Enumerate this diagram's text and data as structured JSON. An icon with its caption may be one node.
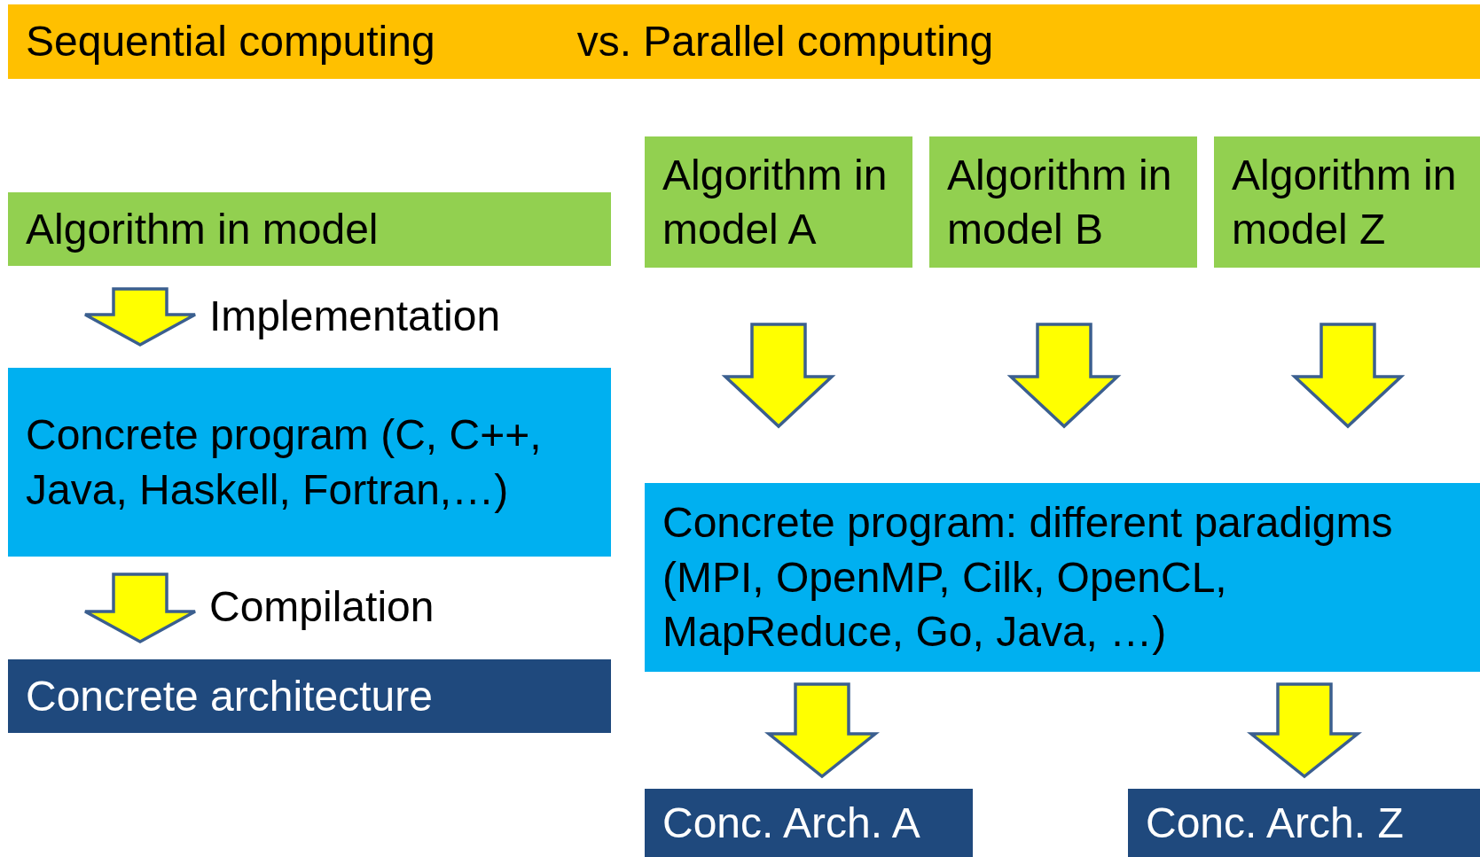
{
  "diagram": {
    "nodes": [
      {
        "text": [
          "Sequential computing",
          "vs. Parallel computing"
        ]
      },
      {
        "text": [
          "Algorithm in model"
        ]
      },
      {
        "text": [
          "Concrete program (C, C++, Java, Haskell, Fortran,…)"
        ]
      },
      {
        "text": [
          "Concrete architecture"
        ]
      },
      {
        "text": [
          "Algorithm in model A"
        ]
      },
      {
        "text": [
          "Algorithm in model B"
        ]
      },
      {
        "text": [
          "Algorithm in model Z"
        ]
      },
      {
        "text": [
          "Concrete program: different paradigms (MPI, OpenMP, Cilk, OpenCL, MapReduce, Go, Java, …)"
        ]
      },
      {
        "text": [
          "Conc. Arch. A"
        ]
      },
      {
        "text": [
          "Conc. Arch. Z"
        ]
      }
    ],
    "edges": [
      {
        "from": 1,
        "to": 2,
        "arrow": "to",
        "label": "Implementation"
      },
      {
        "from": 2,
        "to": 3,
        "arrow": "to",
        "label": "Compilation"
      },
      {
        "from": 4,
        "to": 7,
        "arrow": "to"
      },
      {
        "from": 5,
        "to": 7,
        "arrow": "to"
      },
      {
        "from": 6,
        "to": 7,
        "arrow": "to"
      },
      {
        "from": 7,
        "to": 8,
        "arrow": "to"
      },
      {
        "from": 7,
        "to": 9,
        "arrow": "to"
      }
    ]
  }
}
